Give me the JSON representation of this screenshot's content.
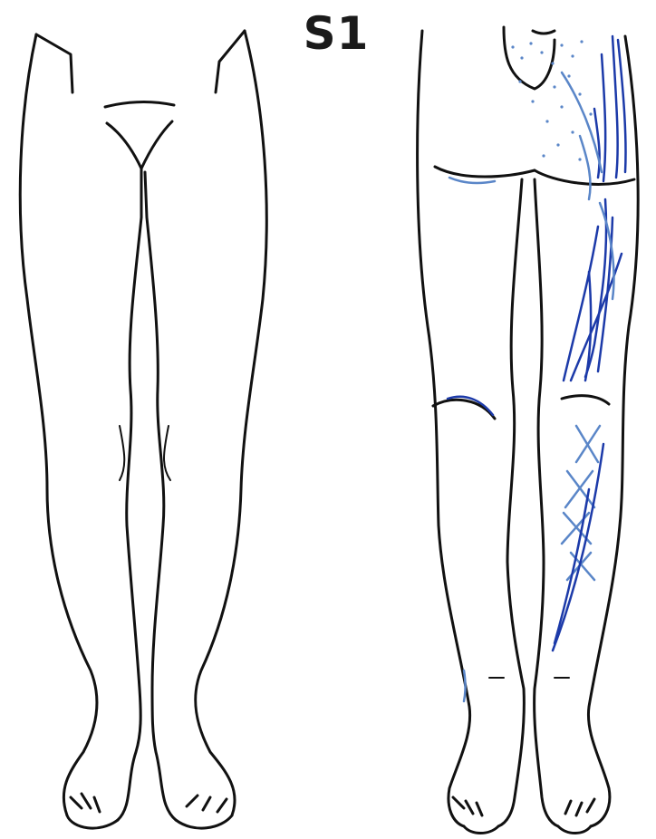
{
  "figure": {
    "dermatome_label": "S1"
  },
  "colors": {
    "outline": "#111111",
    "pain_marking_dark": "#1c3aa9",
    "pain_marking_light": "#5a86c8",
    "background": "#ffffff"
  },
  "icons": {
    "anterior_view": "left-leg-pair-outline",
    "posterior_view": "right-leg-pair-outline-with-markings"
  }
}
